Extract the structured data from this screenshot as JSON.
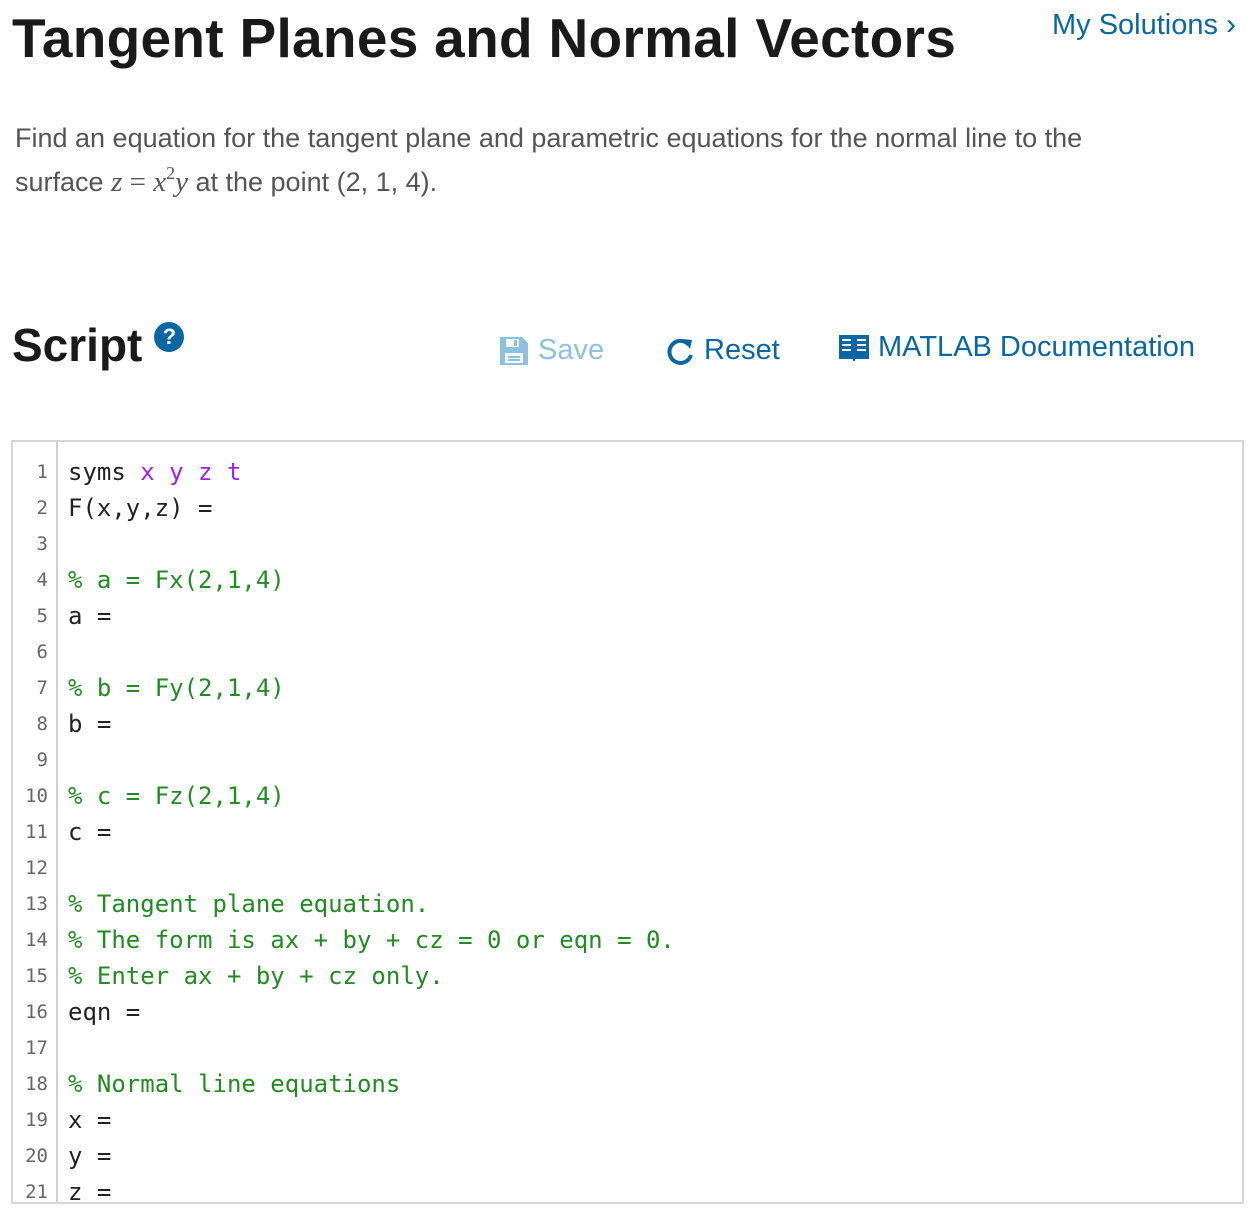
{
  "header": {
    "title": "Tangent Planes and Normal Vectors",
    "my_solutions_label": "My Solutions",
    "my_solutions_chevron": "›"
  },
  "problem": {
    "text_line1": "Find an equation for the tangent plane and parametric equations for the normal line to the",
    "text_surface_prefix": "surface",
    "math_z": "z",
    "math_eq": " = ",
    "math_x": "x",
    "math_exp": "2",
    "math_y": "y",
    "text_suffix": "at the point (2, 1, 4)."
  },
  "script_section": {
    "heading": "Script",
    "help_icon_glyph": "?",
    "save_label": "Save",
    "reset_label": "Reset",
    "doc_label": "MATLAB Documentation"
  },
  "colors": {
    "link": "#0a67a3",
    "save_disabled": "#8ec0e0",
    "comment": "#228b22",
    "keyword_var": "#a020f0"
  },
  "code_lines": [
    {
      "n": "1",
      "text": "syms ",
      "vars": "x y z t",
      "kind": "syms"
    },
    {
      "n": "2",
      "text": "F(x,y,z) =",
      "kind": "code"
    },
    {
      "n": "3",
      "text": "",
      "kind": "code"
    },
    {
      "n": "4",
      "text": "% a = Fx(2,1,4)",
      "kind": "comment"
    },
    {
      "n": "5",
      "text": "a =",
      "kind": "code"
    },
    {
      "n": "6",
      "text": "",
      "kind": "code"
    },
    {
      "n": "7",
      "text": "% b = Fy(2,1,4)",
      "kind": "comment"
    },
    {
      "n": "8",
      "text": "b =",
      "kind": "code"
    },
    {
      "n": "9",
      "text": "",
      "kind": "code"
    },
    {
      "n": "10",
      "text": "% c = Fz(2,1,4)",
      "kind": "comment"
    },
    {
      "n": "11",
      "text": "c =",
      "kind": "code"
    },
    {
      "n": "12",
      "text": "",
      "kind": "code"
    },
    {
      "n": "13",
      "text": "% Tangent plane equation.",
      "kind": "comment"
    },
    {
      "n": "14",
      "text": "% The form is ax + by + cz = 0 or eqn = 0.",
      "kind": "comment"
    },
    {
      "n": "15",
      "text": "% Enter ax + by + cz only.",
      "kind": "comment"
    },
    {
      "n": "16",
      "text": "eqn =",
      "kind": "code"
    },
    {
      "n": "17",
      "text": "",
      "kind": "code"
    },
    {
      "n": "18",
      "text": "% Normal line equations",
      "kind": "comment"
    },
    {
      "n": "19",
      "text": "x =",
      "kind": "code"
    },
    {
      "n": "20",
      "text": "y =",
      "kind": "code"
    },
    {
      "n": "21",
      "text": "z =",
      "kind": "code"
    }
  ]
}
